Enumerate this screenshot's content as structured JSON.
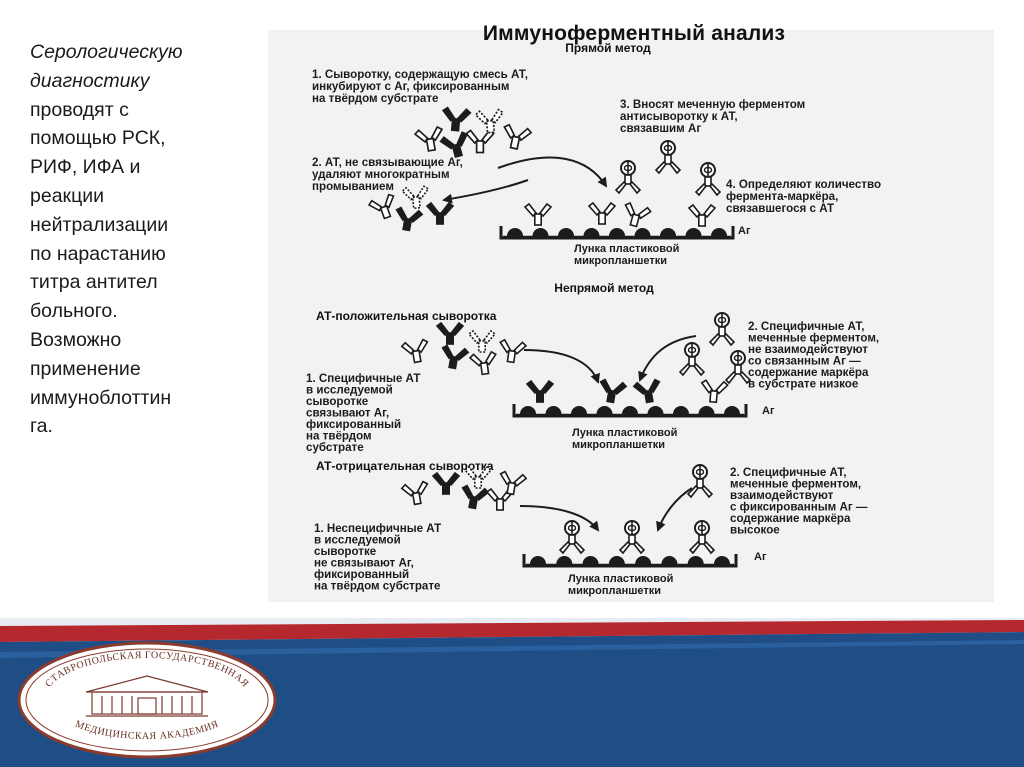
{
  "sidebar": {
    "lines": [
      "Серологическую",
      "диагностику",
      "проводят с",
      "помощью РСК,",
      "РИФ, ИФА и",
      "реакции",
      "нейтрализации",
      "по нарастанию",
      "титра антител",
      "больного.",
      "Возможно",
      "применение",
      "иммуноблоттин",
      "га."
    ]
  },
  "slide_title": "Иммуноферментный анализ",
  "figure": {
    "direct_method": {
      "title": "Прямой метод",
      "step1": [
        "1. Сыворотку, содержащую смесь АТ,",
        "инкубируют с Аг, фиксированным",
        "на твёрдом субстрате"
      ],
      "step2": [
        "2. АТ, не связывающие Аг,",
        "удаляют многократным",
        "промыванием"
      ],
      "step3": [
        "3. Вносят меченную ферментом",
        "антисыворотку к АТ,",
        "связавшим Аг"
      ],
      "step4": [
        "4. Определяют количество",
        "фермента-маркёра,",
        "связавшегося с АТ"
      ],
      "antigen_label": "Аг",
      "plate_label": [
        "Лунка пластиковой",
        "микропланшетки"
      ]
    },
    "indirect_method": {
      "title": "Непрямой метод",
      "positive": {
        "title": "АТ-положительная сыворотка",
        "step1": [
          "1. Специфичные АТ",
          "в исследуемой",
          "сыворотке",
          "связывают Аг,",
          "фиксированный",
          "на твёрдом",
          "субстрате"
        ],
        "step2": [
          "2. Специфичные АТ,",
          "меченные ферментом,",
          "не взаимодействуют",
          "со связанным Аг —",
          "содержание маркёра",
          "в субстрате низкое"
        ],
        "antigen_label": "Аг",
        "plate_label": [
          "Лунка пластиковой",
          "микропланшетки"
        ]
      },
      "negative": {
        "title": "АТ-отрицательная сыворотка",
        "step1": [
          "1. Неспецифичные АТ",
          "в исследуемой",
          "сыворотке",
          "не связывают Аг,",
          "фиксированный",
          "на твёрдом субстрате"
        ],
        "step2": [
          "2. Специфичные АТ,",
          "меченные ферментом,",
          "взаимодействуют",
          "с фиксированным Аг —",
          "содержание маркёра",
          "высокое"
        ],
        "antigen_label": "Аг",
        "plate_label": [
          "Лунка пластиковой",
          "микропланшетки"
        ]
      }
    }
  },
  "logo": {
    "top_text": "СТАВРОПОЛЬСКАЯ ГОСУДАРСТВЕННАЯ",
    "bottom_text": "МЕДИЦИНСКАЯ АКАДЕМИЯ"
  },
  "colors": {
    "footer_red": "#b5282d",
    "footer_blue": "#1f4e86",
    "footer_light": "#e7ecf3",
    "logo_border": "#8a3b2e",
    "ink": "#1c1c1c"
  }
}
